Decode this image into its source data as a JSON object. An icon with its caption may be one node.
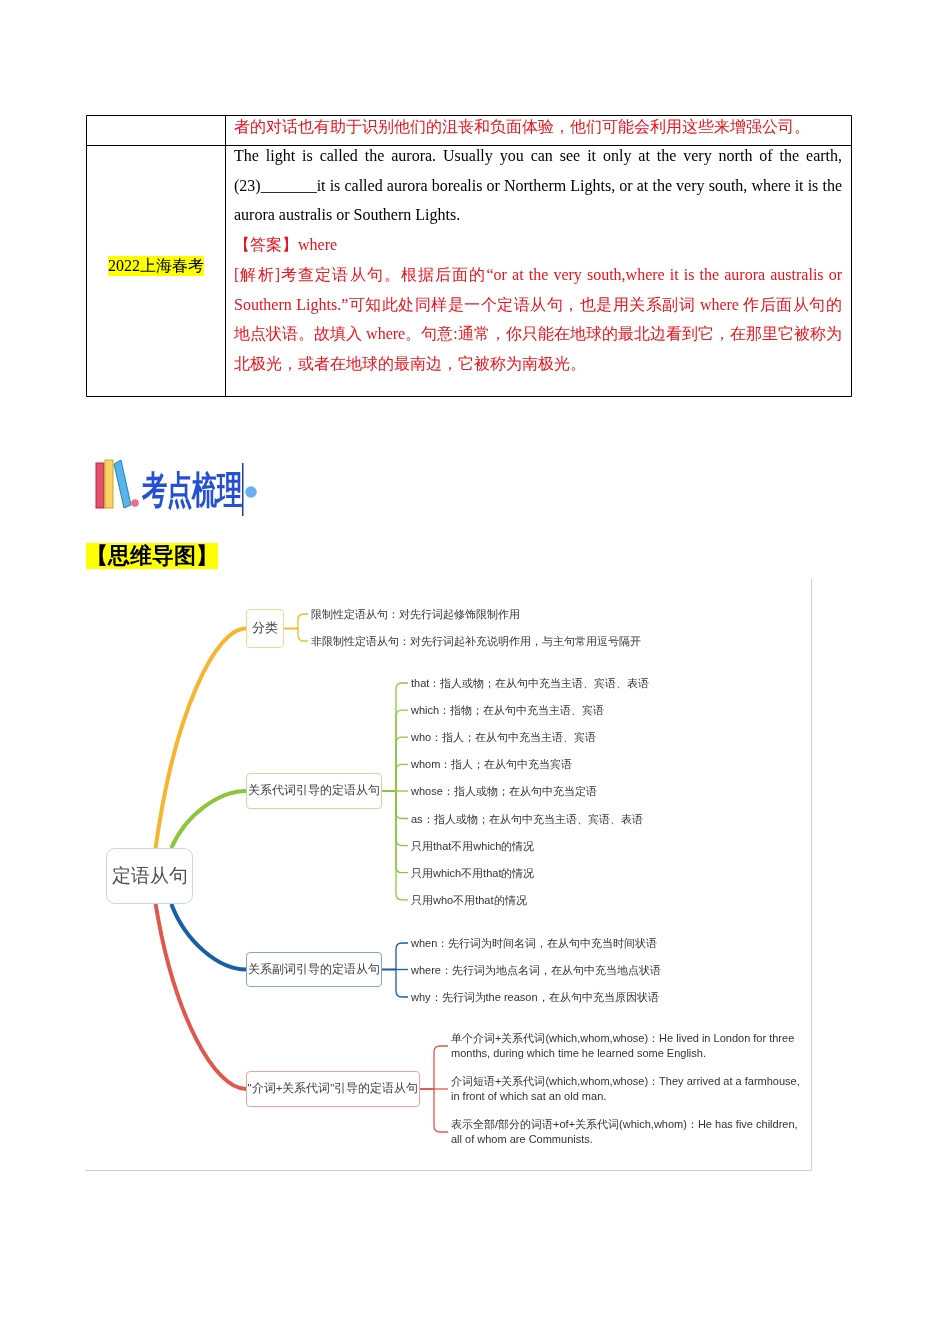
{
  "diagram": {
    "nodes": [
      {
        "text": [
          "定语从句"
        ]
      },
      {
        "text": [
          "分类"
        ]
      },
      {
        "text": [
          "限制性定语从句：对先行词起修饰限制作用"
        ]
      },
      {
        "text": [
          "非限制性定语从句：对先行词起补充说明作用，与主句常用逗号隔开"
        ]
      },
      {
        "text": [
          "关系代词引导的定语从句"
        ]
      },
      {
        "text": [
          "that：指人或物；在从句中充当主语、宾语、表语"
        ]
      },
      {
        "text": [
          "which：指物；在从句中充当主语、宾语"
        ]
      },
      {
        "text": [
          "who：指人；在从句中充当主语、宾语"
        ]
      },
      {
        "text": [
          "whom：指人；在从句中充当宾语"
        ]
      },
      {
        "text": [
          "whose：指人或物；在从句中充当定语"
        ]
      },
      {
        "text": [
          "as：指人或物；在从句中充当主语、宾语、表语"
        ]
      },
      {
        "text": [
          "只用that不用which的情况"
        ]
      },
      {
        "text": [
          "只用which不用that的情况"
        ]
      },
      {
        "text": [
          "只用who不用that的情况"
        ]
      },
      {
        "text": [
          "关系副词引导的定语从句"
        ]
      },
      {
        "text": [
          "when：先行词为时间名词，在从句中充当时间状语"
        ]
      },
      {
        "text": [
          "where：先行词为地点名词，在从句中充当地点状语"
        ]
      },
      {
        "text": [
          "why：先行词为the reason，在从句中充当原因状语"
        ]
      },
      {
        "text": [
          "\"介词+关系代词\"引导的定语从句"
        ]
      },
      {
        "text": [
          "单个介词+关系代词(which,whom,whose)：He lived in London for three months, during which time he learned some English."
        ]
      },
      {
        "text": [
          "介词短语+关系代词(which,whom,whose)：They arrived at a farmhouse, in front of which sat an old man."
        ]
      },
      {
        "text": [
          "表示全部/部分的词语+of+关系代词(which,whom)：He has five children, all of whom are Communists."
        ]
      }
    ],
    "edges": [
      {
        "from": 0,
        "to": 1,
        "arrow": "none",
        "style": "thick",
        "color": "#f5b52e"
      },
      {
        "from": 0,
        "to": 4,
        "arrow": "none",
        "style": "thick"
      },
      {
        "from": 0,
        "to": 14,
        "arrow": "none",
        "style": "thick",
        "color": "#1a5ea8"
      },
      {
        "from": 0,
        "to": 18,
        "arrow": "none",
        "style": "thick",
        "color": "#e2574c"
      },
      {
        "from": 1,
        "to": 2,
        "arrow": "none",
        "color": "#f5b52e"
      },
      {
        "from": 1,
        "to": 3,
        "arrow": "none",
        "color": "#f5b52e"
      },
      {
        "from": 4,
        "to": 5,
        "arrow": "none"
      },
      {
        "from": 4,
        "to": 6,
        "arrow": "none"
      },
      {
        "from": 4,
        "to": 7,
        "arrow": "none"
      },
      {
        "from": 4,
        "to": 8,
        "arrow": "none"
      },
      {
        "from": 4,
        "to": 9,
        "arrow": "none"
      },
      {
        "from": 4,
        "to": 10,
        "arrow": "none"
      },
      {
        "from": 4,
        "to": 11,
        "arrow": "none"
      },
      {
        "from": 4,
        "to": 12,
        "arrow": "none"
      },
      {
        "from": 4,
        "to": 13,
        "arrow": "none"
      },
      {
        "from": 14,
        "to": 15,
        "arrow": "none",
        "color": "#1a5ea8"
      },
      {
        "from": 14,
        "to": 16,
        "arrow": "none",
        "color": "#1a5ea8"
      },
      {
        "from": 14,
        "to": 17,
        "arrow": "none",
        "color": "#1a5ea8"
      },
      {
        "from": 18,
        "to": 19,
        "arrow": "none",
        "color": "#e2574c"
      },
      {
        "from": 18,
        "to": 20,
        "arrow": "none",
        "color": "#e2574c"
      },
      {
        "from": 18,
        "to": 21,
        "arrow": "none",
        "color": "#e2574c"
      }
    ],
    "labels": [
      "者的对话也有助于识别他们的沮丧和负面体验，他们可能会利用这些来增强公司。",
      "2022上海春考",
      "The light is called the aurora. Usually you can see it only at the very north of the earth, (23)_______it is called aurora borealis or Northerm Lights, or at the very south, where it is the aurora australis or Southern Lights.",
      "【答案】where",
      "[解析]考查定语从句。根据后面的“or at the very south,where it is the aurora australis or Southern Lights.”可知此处同样是一个定语从句，也是用关系副词 where 作后面从句的地点状语。故填入 where。句意:通常，你只能在地球的最北边看到它，在那里它被称为北极光，或者在地球的最南边，它被称为南极光。",
      "考点梳理",
      "【思维导图】"
    ]
  }
}
